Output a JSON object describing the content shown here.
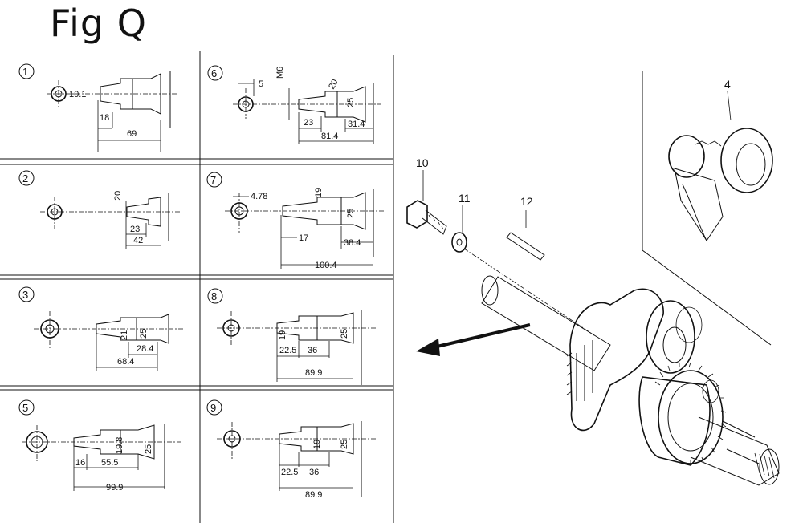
{
  "title": "Fig Q",
  "shafts": [
    {
      "id": "1",
      "dims": [
        "10.1",
        "18",
        "69"
      ]
    },
    {
      "id": "2",
      "dims": [
        "20",
        "23",
        "42"
      ]
    },
    {
      "id": "3",
      "dims": [
        "21",
        "25",
        "28.4",
        "68.4"
      ]
    },
    {
      "id": "5",
      "dims": [
        "16",
        "55.5",
        "99.9",
        "25",
        "19.8"
      ]
    },
    {
      "id": "6",
      "dims": [
        "5",
        "M6",
        "20",
        "23",
        "25",
        "31.4",
        "81.4"
      ]
    },
    {
      "id": "7",
      "dims": [
        "4.78",
        "19",
        "25",
        "17",
        "38.4",
        "100.4"
      ]
    },
    {
      "id": "8",
      "dims": [
        "19",
        "25",
        "22.5",
        "36",
        "89.9"
      ]
    },
    {
      "id": "9",
      "dims": [
        "19",
        "25",
        "22.5",
        "36",
        "89.9"
      ]
    }
  ],
  "parts": [
    "4",
    "10",
    "11",
    "12"
  ]
}
